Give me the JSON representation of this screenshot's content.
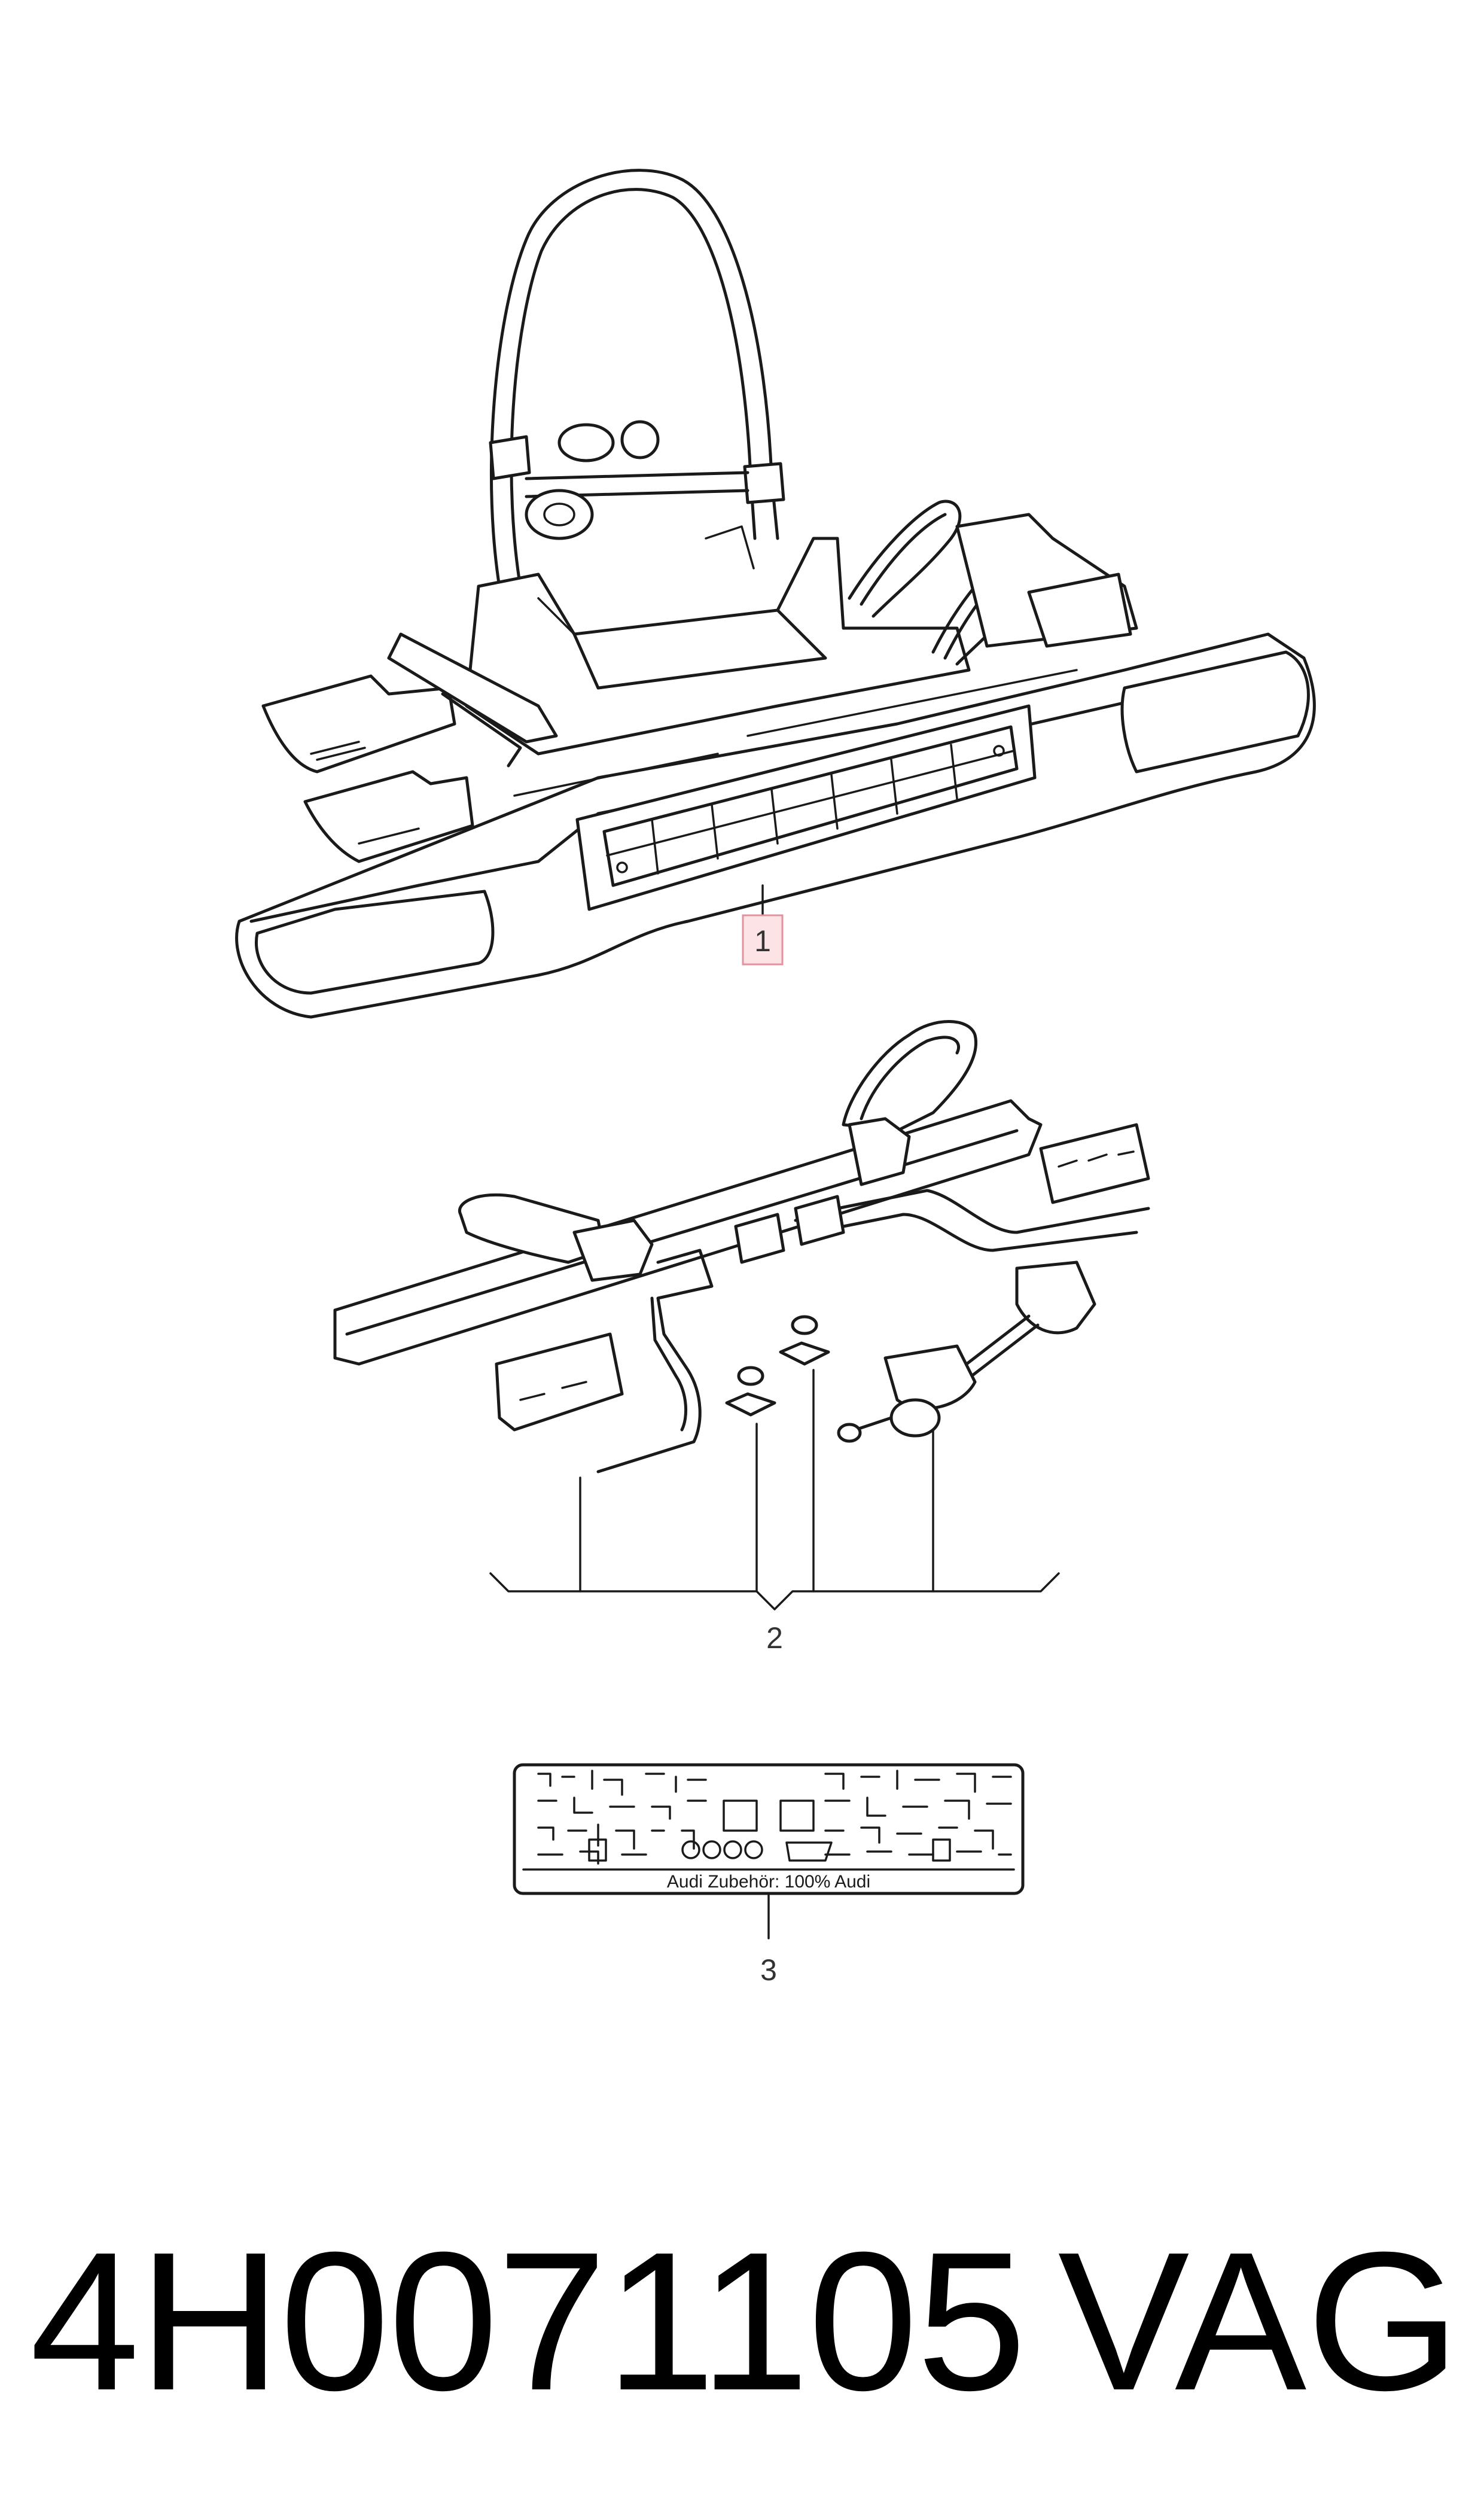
{
  "callouts": {
    "item_1": "1",
    "item_2": "2",
    "item_3": "3"
  },
  "plate_text": "Audi Zubehör: 100% Audi",
  "footer": {
    "part_number": "4H0071105",
    "brand": "VAG"
  },
  "colors": {
    "line": "#1a1a1a",
    "callout_highlight": "#fbe3e6",
    "callout_border": "#e2939d"
  }
}
